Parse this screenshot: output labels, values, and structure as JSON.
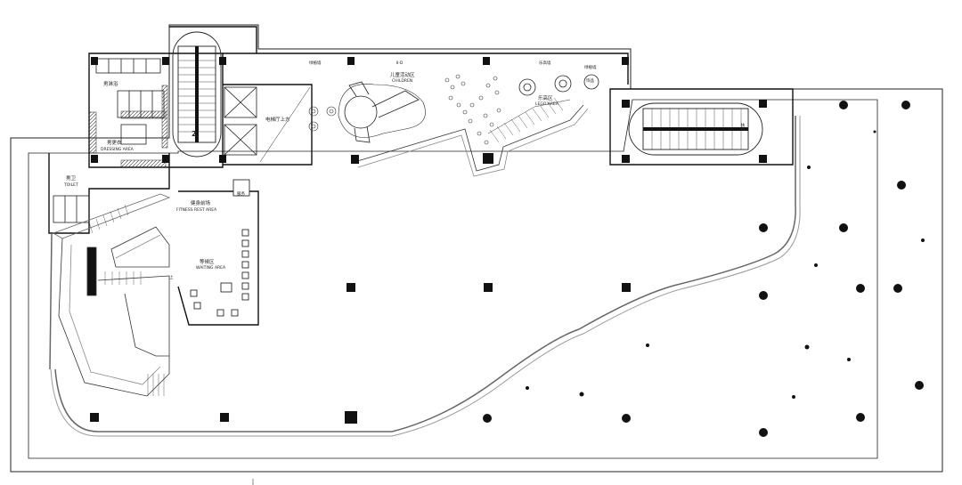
{
  "labels": {
    "mens_shower": "男淋浴",
    "dressing_area_cn": "男更衣",
    "dressing_area_en": "DRESSING AREA",
    "toilet_cn": "男卫",
    "toilet_en": "TOILET",
    "fitness_rest_cn": "健身前场",
    "fitness_rest_en": "FITNESS REST AREA",
    "waiting_cn": "等候区",
    "waiting_en": "WAITING AREA",
    "elevator_hall": "电梯厅上方",
    "children_cn": "儿童活动区",
    "children_en": "CHILDREN",
    "lego_cn": "乐高区",
    "lego_en": "LEGO AREA",
    "green_wall_1": "绿植墙",
    "green_wall_2": "绿植墙",
    "lego_wall": "乐高墙",
    "reception": "服务",
    "plant_box": "饰品",
    "stair_number": "2",
    "up_mark": "上",
    "right_stair_label": "扶梯",
    "wall_text_top": "Ⅱ-D"
  },
  "colors": {
    "line": "#1a1a1a",
    "column": "#111111",
    "guard": "#777777"
  }
}
